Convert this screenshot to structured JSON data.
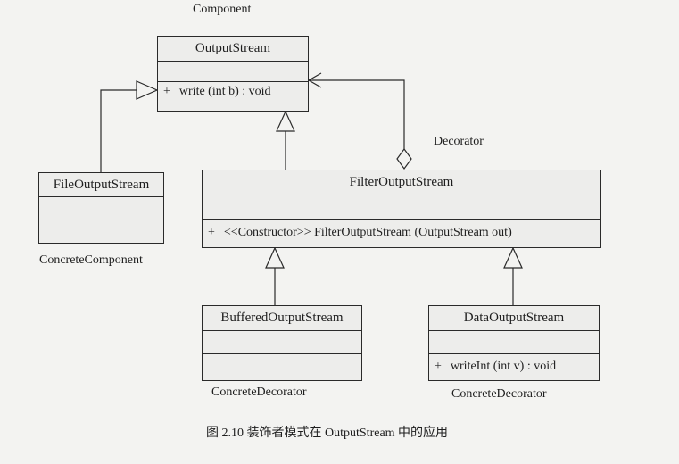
{
  "diagram": {
    "roles": {
      "component": "Component",
      "decorator": "Decorator",
      "concrete_component": "ConcreteComponent",
      "concrete_decorator_left": "ConcreteDecorator",
      "concrete_decorator_right": "ConcreteDecorator"
    },
    "classes": {
      "output_stream": {
        "name": "OutputStream",
        "op_visibility": "+",
        "op": "write (int b) : void"
      },
      "file_output_stream": {
        "name": "FileOutputStream"
      },
      "filter_output_stream": {
        "name": "FilterOutputStream",
        "op_visibility": "+",
        "op": "<<Constructor>>  FilterOutputStream (OutputStream out)"
      },
      "buffered_output_stream": {
        "name": "BufferedOutputStream"
      },
      "data_output_stream": {
        "name": "DataOutputStream",
        "op_visibility": "+",
        "op": "writeInt (int v) : void"
      }
    },
    "caption": "图 2.10    装饰者模式在 OutputStream 中的应用"
  }
}
